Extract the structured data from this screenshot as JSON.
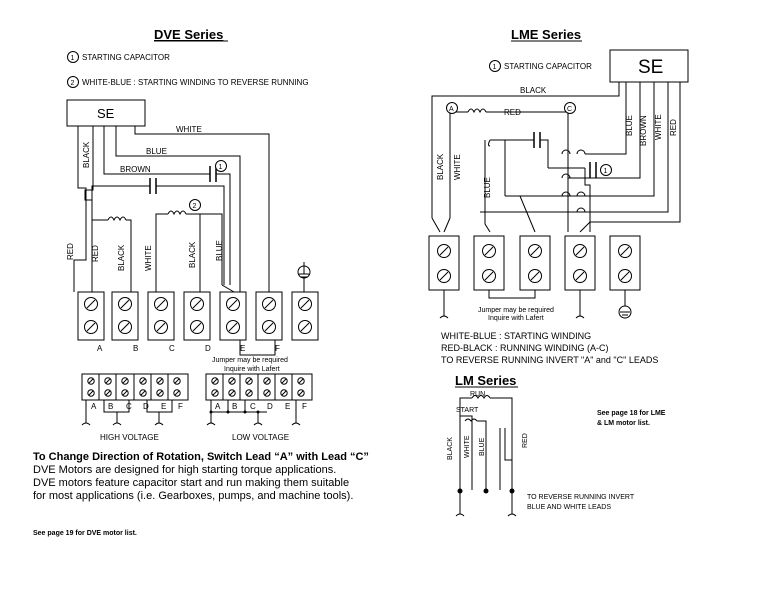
{
  "dve": {
    "title": "DVE Series",
    "legend1_num": "1",
    "legend1": "STARTING CAPACITOR",
    "legend2_num": "2",
    "legend2": "WHITE-BLUE : STARTING WINDING TO REVERSE RUNNING",
    "se_label": "SE",
    "wire_white": "WHITE",
    "wire_blue": "BLUE",
    "wire_brown": "BROWN",
    "wire_black": "BLACK",
    "wire_red": "RED",
    "wire_red2": "RED",
    "wire_black2": "BLACK",
    "wire_white2": "WHITE",
    "wire_black3": "BLACK",
    "wire_blue2": "BLUE",
    "terminals": [
      "A",
      "B",
      "C",
      "D",
      "E",
      "F"
    ],
    "jumper1": "Jumper may be required",
    "jumper2": "Inquire with Lafert",
    "hv_letters": [
      "A",
      "B",
      "C",
      "D",
      "E",
      "F"
    ],
    "lv_letters": [
      "A",
      "B",
      "C",
      "D",
      "E",
      "F"
    ],
    "high_voltage": "HIGH VOLTAGE",
    "low_voltage": "LOW VOLTAGE",
    "heading": "To Change Direction of Rotation, Switch Lead “A” with Lead “C”",
    "line1": "DVE Motors are designed for high starting torque applications.",
    "line2": "DVE motors feature capacitor start and run making them suitable",
    "line3": "for most applications (i.e. Gearboxes, pumps, and machine tools).",
    "see_page": "See page 19 for DVE motor list."
  },
  "lme": {
    "title": "LME Series",
    "legend1_num": "1",
    "legend1": "STARTING CAPACITOR",
    "se_label": "SE",
    "wire_black_top": "BLACK",
    "circle_a": "A",
    "circle_c": "C",
    "wire_red": "RED",
    "wire_black": "BLACK",
    "wire_white": "WHITE",
    "wire_blue": "BLUE",
    "wire_blue_r": "BLUE",
    "wire_brown_r": "BROWN",
    "wire_white_r": "WHITE",
    "wire_red_r": "RED",
    "cap_num": "1",
    "jumper1": "Jumper may be required",
    "jumper2": "Inquire with Lafert",
    "note1": "WHITE-BLUE : STARTING  WINDING",
    "note2": "RED-BLACK : RUNNING WINDING (A-C)",
    "note3": "TO REVERSE RUNNING INVERT  \"A\" and \"C\" LEADS"
  },
  "lm": {
    "title": "LM Series",
    "run": "RUN",
    "start": "START",
    "black": "BLACK",
    "white": "WHITE",
    "blue": "BLUE",
    "red": "RED",
    "note1": "TO REVERSE RUNNING INVERT",
    "note2": "BLUE AND WHITE LEADS",
    "see1": "See page 18 for LME",
    "see2": "& LM motor list."
  }
}
